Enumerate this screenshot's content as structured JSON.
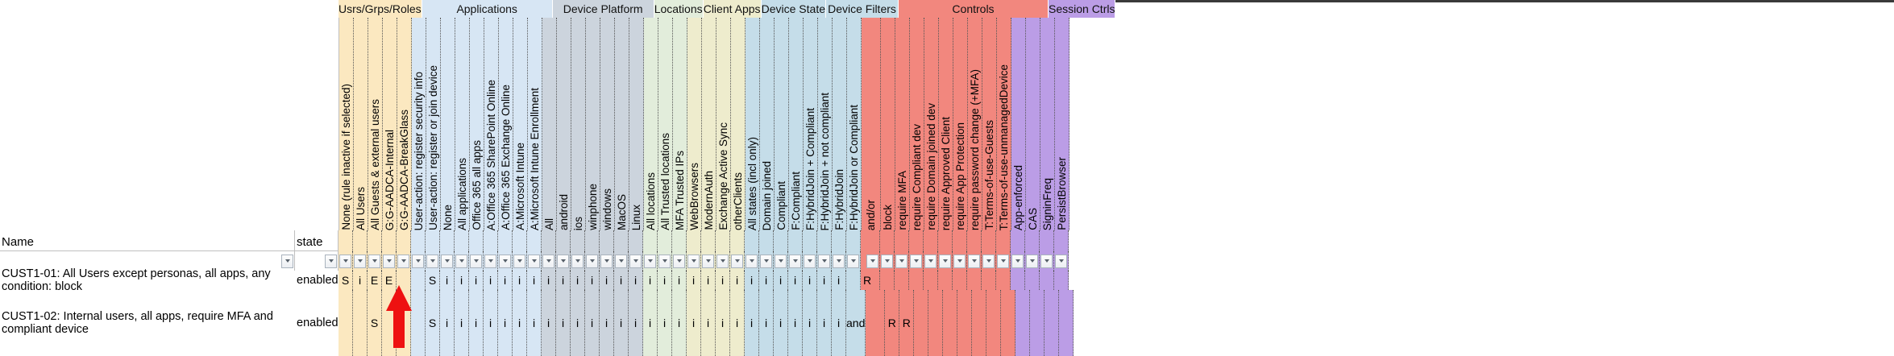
{
  "sheet": {
    "name_header": "Name",
    "state_header": "state"
  },
  "groups": [
    {
      "label": "",
      "color": "#ffffff",
      "span": 2,
      "id": "leftfixed"
    },
    {
      "label": "Usrs/Grps/Roles",
      "color": "#fbe8c0",
      "span": 5,
      "id": "usrs-grps-roles"
    },
    {
      "label": "Applications",
      "color": "#d7e6f4",
      "span": 9,
      "id": "applications"
    },
    {
      "label": "Device Platform",
      "color": "#ccd4dd",
      "span": 7,
      "id": "device-platform"
    },
    {
      "label": "Locations",
      "color": "#e2eddb",
      "span": 3,
      "id": "locations"
    },
    {
      "label": "Client Apps",
      "color": "#eeeccd",
      "span": 4,
      "id": "client-apps"
    },
    {
      "label": "Device State",
      "color": "#c5dde9",
      "span": 3,
      "id": "device-state"
    },
    {
      "label": "Device Filters",
      "color": "#c5dde9",
      "span": 5,
      "id": "device-filters"
    },
    {
      "label": "Controls",
      "color": "#f2877e",
      "span": 10,
      "id": "controls"
    },
    {
      "label": "Session Ctrls",
      "color": "#bb9de6",
      "span": 4,
      "id": "session-ctrls"
    }
  ],
  "columns": [
    {
      "label": "None (rule inactive if selected)",
      "group": "usrs-grps-roles",
      "color": "#fbe8c0",
      "w": 18
    },
    {
      "label": "All Users",
      "group": "usrs-grps-roles",
      "color": "#fbe8c0",
      "w": 18
    },
    {
      "label": "All Guests & external users",
      "group": "usrs-grps-roles",
      "color": "#fbe8c0",
      "w": 18
    },
    {
      "label": "G:G-AADCA-Internal",
      "group": "usrs-grps-roles",
      "color": "#fbe8c0",
      "w": 18
    },
    {
      "label": "G:G-AADCA-BreakGlass",
      "group": "usrs-grps-roles",
      "color": "#fbe8c0",
      "w": 18
    },
    {
      "label": "User-action: register security info",
      "group": "applications",
      "color": "#d7e6f4",
      "w": 18
    },
    {
      "label": "User-action: register or join device",
      "group": "applications",
      "color": "#d7e6f4",
      "w": 18
    },
    {
      "label": "None",
      "group": "applications",
      "color": "#d7e6f4",
      "w": 18
    },
    {
      "label": "All applications",
      "group": "applications",
      "color": "#d7e6f4",
      "w": 18
    },
    {
      "label": "Office 365 all apps",
      "group": "applications",
      "color": "#d7e6f4",
      "w": 18
    },
    {
      "label": "A:Office 365 SharePoint Online",
      "group": "applications",
      "color": "#d7e6f4",
      "w": 18
    },
    {
      "label": "A:Office 365 Exchange Online",
      "group": "applications",
      "color": "#d7e6f4",
      "w": 18
    },
    {
      "label": "A:Microsoft Intune",
      "group": "applications",
      "color": "#d7e6f4",
      "w": 18
    },
    {
      "label": "A:Microsoft Intune Enrollment",
      "group": "applications",
      "color": "#d7e6f4",
      "w": 18
    },
    {
      "label": "All",
      "group": "device-platform",
      "color": "#ccd4dd",
      "w": 18
    },
    {
      "label": "android",
      "group": "device-platform",
      "color": "#ccd4dd",
      "w": 18
    },
    {
      "label": "ios",
      "group": "device-platform",
      "color": "#ccd4dd",
      "w": 18
    },
    {
      "label": "winphone",
      "group": "device-platform",
      "color": "#ccd4dd",
      "w": 18
    },
    {
      "label": "windows",
      "group": "device-platform",
      "color": "#ccd4dd",
      "w": 18
    },
    {
      "label": "MacOS",
      "group": "device-platform",
      "color": "#ccd4dd",
      "w": 18
    },
    {
      "label": "Linux",
      "group": "device-platform",
      "color": "#ccd4dd",
      "w": 18
    },
    {
      "label": "All locations",
      "group": "locations",
      "color": "#e2eddb",
      "w": 18
    },
    {
      "label": "All Trusted locations",
      "group": "locations",
      "color": "#e2eddb",
      "w": 18
    },
    {
      "label": "MFA Trusted IPs",
      "group": "locations",
      "color": "#e2eddb",
      "w": 18
    },
    {
      "label": "WebBrowsers",
      "group": "client-apps",
      "color": "#eeeccd",
      "w": 18
    },
    {
      "label": "ModernAuth",
      "group": "client-apps",
      "color": "#eeeccd",
      "w": 18
    },
    {
      "label": "Exchange Active Sync",
      "group": "client-apps",
      "color": "#eeeccd",
      "w": 18
    },
    {
      "label": "otherClients",
      "group": "client-apps",
      "color": "#eeeccd",
      "w": 18
    },
    {
      "label": "All states (incl only)",
      "group": "device-state",
      "color": "#c5dde9",
      "w": 18
    },
    {
      "label": "Domain joined",
      "group": "device-state",
      "color": "#c5dde9",
      "w": 18
    },
    {
      "label": "Compliant",
      "group": "device-state",
      "color": "#c5dde9",
      "w": 18
    },
    {
      "label": "F:Compliant",
      "group": "device-filters",
      "color": "#c5dde9",
      "w": 18
    },
    {
      "label": "F:HybridJoin + Compliant",
      "group": "device-filters",
      "color": "#c5dde9",
      "w": 18
    },
    {
      "label": "F:HybridJoin + not compliant",
      "group": "device-filters",
      "color": "#c5dde9",
      "w": 18
    },
    {
      "label": "F:HybridJoin",
      "group": "device-filters",
      "color": "#c5dde9",
      "w": 18
    },
    {
      "label": "F:HybridJoin or Compliant",
      "group": "device-filters",
      "color": "#c5dde9",
      "w": 18
    },
    {
      "label": "and/or",
      "group": "controls",
      "color": "#f2877e",
      "w": 24
    },
    {
      "label": "block",
      "group": "controls",
      "color": "#f2877e",
      "w": 18
    },
    {
      "label": "require MFA",
      "group": "controls",
      "color": "#f2877e",
      "w": 18
    },
    {
      "label": "require Compliant dev",
      "group": "controls",
      "color": "#f2877e",
      "w": 18
    },
    {
      "label": "require Domain joined dev",
      "group": "controls",
      "color": "#f2877e",
      "w": 18
    },
    {
      "label": "require Approved Client",
      "group": "controls",
      "color": "#f2877e",
      "w": 18
    },
    {
      "label": "require App Protection",
      "group": "controls",
      "color": "#f2877e",
      "w": 18
    },
    {
      "label": "require password change (+MFA)",
      "group": "controls",
      "color": "#f2877e",
      "w": 18
    },
    {
      "label": "T:Terms-of-use-Guests",
      "group": "controls",
      "color": "#f2877e",
      "w": 18
    },
    {
      "label": "T:Terms-of-use-unmanagedDevice",
      "group": "controls",
      "color": "#f2877e",
      "w": 18
    },
    {
      "label": "App-enforced",
      "group": "session-ctrls",
      "color": "#bb9de6",
      "w": 18
    },
    {
      "label": "CAS",
      "group": "session-ctrls",
      "color": "#bb9de6",
      "w": 18
    },
    {
      "label": "SigninFreq",
      "group": "session-ctrls",
      "color": "#bb9de6",
      "w": 18
    },
    {
      "label": "PersistBrowser",
      "group": "session-ctrls",
      "color": "#bb9de6",
      "w": 18
    }
  ],
  "rows": [
    {
      "name": "CUST1-01: All Users except personas, all apps, any condition: block",
      "state": "enabled",
      "cells": [
        "S",
        "i",
        "E",
        "E",
        "",
        "",
        "S",
        "i",
        "i",
        "i",
        "i",
        "i",
        "i",
        "i",
        "i",
        "i",
        "i",
        "i",
        "i",
        "i",
        "i",
        "i",
        "i",
        "i",
        "i",
        "i",
        "i",
        "i",
        "i",
        "i",
        "i",
        "i",
        "i",
        "i",
        "i",
        "",
        "R",
        "",
        "",
        "",
        "",
        "",
        "",
        "",
        "",
        "",
        "",
        "",
        ""
      ]
    },
    {
      "name": "CUST1-02: Internal users, all apps, require MFA and compliant device",
      "state": "enabled",
      "cells": [
        "",
        "",
        "S",
        "",
        "",
        "",
        "S",
        "i",
        "i",
        "i",
        "i",
        "i",
        "i",
        "i",
        "i",
        "i",
        "i",
        "i",
        "i",
        "i",
        "i",
        "i",
        "i",
        "i",
        "i",
        "i",
        "i",
        "i",
        "i",
        "i",
        "i",
        "i",
        "i",
        "i",
        "i",
        "and",
        "",
        "R",
        "R",
        "",
        "",
        "",
        "",
        "",
        "",
        "",
        "",
        "",
        ""
      ]
    }
  ],
  "filter_dropdown": {
    "icon": "chevron-down-icon",
    "count": 50
  },
  "annotation": {
    "arrow": "red-up-arrow",
    "color": "#ee1111",
    "points_to_column": "G:G-AADCA-Internal",
    "points_to_row": "CUST1-02"
  },
  "colors": {
    "usrs": "#fbe8c0",
    "apps": "#d7e6f4",
    "platform": "#ccd4dd",
    "locations": "#e2eddb",
    "clientapps": "#eeeccd",
    "devicestate": "#c5dde9",
    "controls": "#f2877e",
    "session": "#bb9de6",
    "gridline": "#555555"
  }
}
